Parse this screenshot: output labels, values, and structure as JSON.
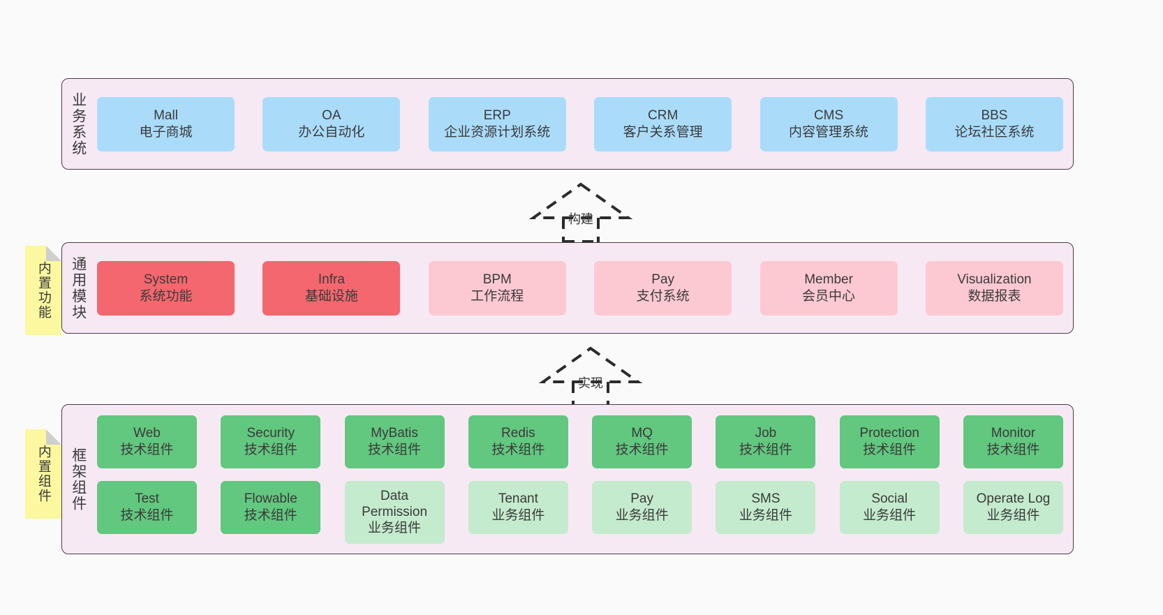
{
  "diagram": {
    "background_color": "#fafafa",
    "panel_color": "#f7e9f4",
    "panel_border_color": "#4a3c4a",
    "note_color": "#fbf8a0"
  },
  "layers": [
    {
      "id": "business-systems",
      "title": "业务系统",
      "card_color": "#aadcfa",
      "cards": [
        {
          "name": "Mall",
          "subtitle": "电子商城"
        },
        {
          "name": "OA",
          "subtitle": "办公自动化"
        },
        {
          "name": "ERP",
          "subtitle": "企业资源计划系统"
        },
        {
          "name": "CRM",
          "subtitle": "客户关系管理"
        },
        {
          "name": "CMS",
          "subtitle": "内容管理系统"
        },
        {
          "name": "BBS",
          "subtitle": "论坛社区系统"
        }
      ]
    },
    {
      "id": "common-modules",
      "title": "通用模块",
      "note": "内置功能",
      "card_color_primary": "#f4676e",
      "card_color_secondary": "#fcc9d2",
      "cards": [
        {
          "name": "System",
          "subtitle": "系统功能",
          "variant": "primary"
        },
        {
          "name": "Infra",
          "subtitle": "基础设施",
          "variant": "primary"
        },
        {
          "name": "BPM",
          "subtitle": "工作流程",
          "variant": "secondary"
        },
        {
          "name": "Pay",
          "subtitle": "支付系统",
          "variant": "secondary"
        },
        {
          "name": "Member",
          "subtitle": "会员中心",
          "variant": "secondary"
        },
        {
          "name": "Visualization",
          "subtitle": "数据报表",
          "variant": "secondary"
        }
      ]
    },
    {
      "id": "framework-components",
      "title": "框架组件",
      "note": "内置组件",
      "card_color_primary": "#62c77f",
      "card_color_secondary": "#c4ebcd",
      "rows": [
        [
          {
            "name": "Web",
            "subtitle": "技术组件",
            "variant": "primary"
          },
          {
            "name": "Security",
            "subtitle": "技术组件",
            "variant": "primary"
          },
          {
            "name": "MyBatis",
            "subtitle": "技术组件",
            "variant": "primary"
          },
          {
            "name": "Redis",
            "subtitle": "技术组件",
            "variant": "primary"
          },
          {
            "name": "MQ",
            "subtitle": "技术组件",
            "variant": "primary"
          },
          {
            "name": "Job",
            "subtitle": "技术组件",
            "variant": "primary"
          },
          {
            "name": "Protection",
            "subtitle": "技术组件",
            "variant": "primary"
          },
          {
            "name": "Monitor",
            "subtitle": "技术组件",
            "variant": "primary"
          }
        ],
        [
          {
            "name": "Test",
            "subtitle": "技术组件",
            "variant": "primary"
          },
          {
            "name": "Flowable",
            "subtitle": "技术组件",
            "variant": "primary"
          },
          {
            "name": "Data Permission",
            "subtitle": "业务组件",
            "variant": "secondary"
          },
          {
            "name": "Tenant",
            "subtitle": "业务组件",
            "variant": "secondary"
          },
          {
            "name": "Pay",
            "subtitle": "业务组件",
            "variant": "secondary"
          },
          {
            "name": "SMS",
            "subtitle": "业务组件",
            "variant": "secondary"
          },
          {
            "name": "Social",
            "subtitle": "业务组件",
            "variant": "secondary"
          },
          {
            "name": "Operate Log",
            "subtitle": "业务组件",
            "variant": "secondary"
          }
        ]
      ]
    }
  ],
  "connectors": [
    {
      "id": "build",
      "label": "构建",
      "from": "common-modules",
      "to": "business-systems"
    },
    {
      "id": "implement",
      "label": "实现",
      "from": "framework-components",
      "to": "common-modules"
    }
  ]
}
